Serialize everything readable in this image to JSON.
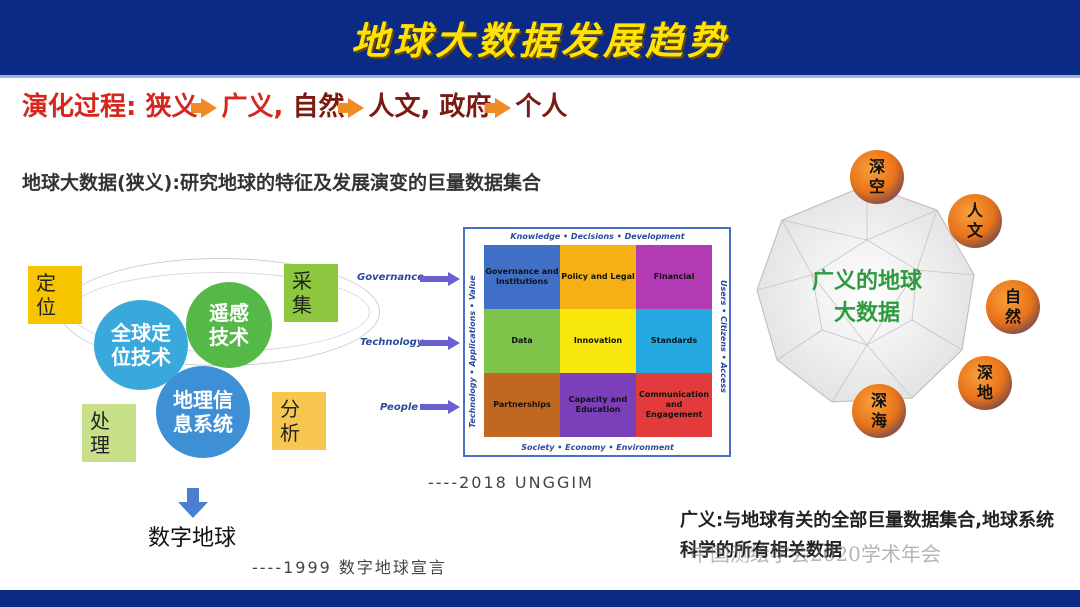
{
  "header": {
    "title": "地球大数据发展趋势"
  },
  "evolution": {
    "prefix": "演化过程:",
    "items": [
      "狭义",
      "广义,",
      "自然",
      "人文,",
      "政府",
      "个人"
    ]
  },
  "narrow_definition": "地球大数据(狭义):研究地球的特征及发展演变的巨量数据集合",
  "digital_earth": {
    "boxes": {
      "locate": "定\n位",
      "collect": "采\n集",
      "process": "处\n理",
      "analyze": "分\n析"
    },
    "circles": {
      "gps": "全球定\n位技术",
      "rs": "遥感\n技术",
      "gis": "地理信\n息系统"
    },
    "result": "数字地球",
    "source": "----1999 数字地球宣言"
  },
  "unggim": {
    "top_caption": "Knowledge • Decisions • Development",
    "bottom_caption": "Society • Economy • Environment",
    "left_caption_1": "Technology • Applications • Value",
    "right_caption_1": "Users • Citizens • Access",
    "inputs": [
      "Governance",
      "Technology",
      "People"
    ],
    "pieces": [
      "Governance and Institutions",
      "Policy and Legal",
      "Financial",
      "Data",
      "Innovation",
      "Standards",
      "Partnerships",
      "Capacity and Education",
      "Communication and Engagement"
    ],
    "source": "----2018 UNGGIM"
  },
  "globe": {
    "center_text_1": "广义的地球",
    "center_text_2": "大数据",
    "orbs": {
      "shenkong": "深\n空",
      "renwen": "人\n文",
      "ziran": "自\n然",
      "shendi": "深\n地",
      "shenhai": "深\n海"
    }
  },
  "broad_definition": "广义:与地球有关的全部巨量数据集合,地球系统科学的所有相关数据",
  "watermark": "中国测绘学会2020学术年会",
  "colors": {
    "header_bg": "#0a2a86",
    "title": "#ffe400",
    "evolution": "#d6261e",
    "arrow": "#f08a24",
    "globe_text": "#2e9a3e"
  }
}
